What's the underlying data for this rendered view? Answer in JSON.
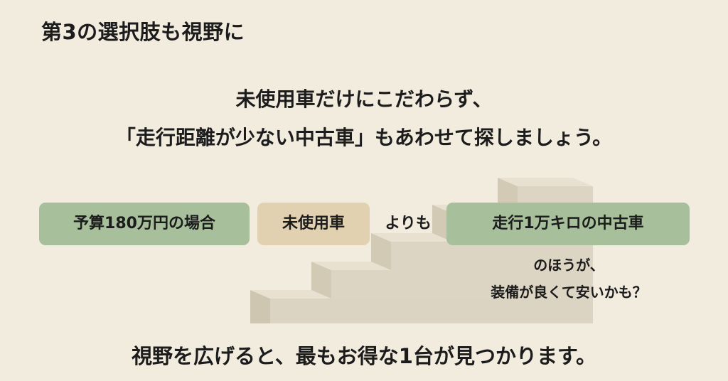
{
  "title": "第3の選択肢も視野に",
  "headline": {
    "line1": "未使用車だけにこだわらず、",
    "line2": "「走行距離が少ない中古車」もあわせて探しましょう。"
  },
  "comparison": {
    "budget_label": "予算180万円の場合",
    "unused_label": "未使用車",
    "connector": "よりも",
    "used_label": "走行1万キロの中古車"
  },
  "note": {
    "line1": "のほうが、",
    "line2": "装備が良くて安いかも？"
  },
  "footer": "視野を広げると、最もお得な1台が見つかります。",
  "colors": {
    "background": "#f2ecdf",
    "green_box": "#a7bf9a",
    "tan_box": "#e2d1b0",
    "text": "#1c1c1c"
  },
  "icons": [
    "staircase-illustration"
  ]
}
